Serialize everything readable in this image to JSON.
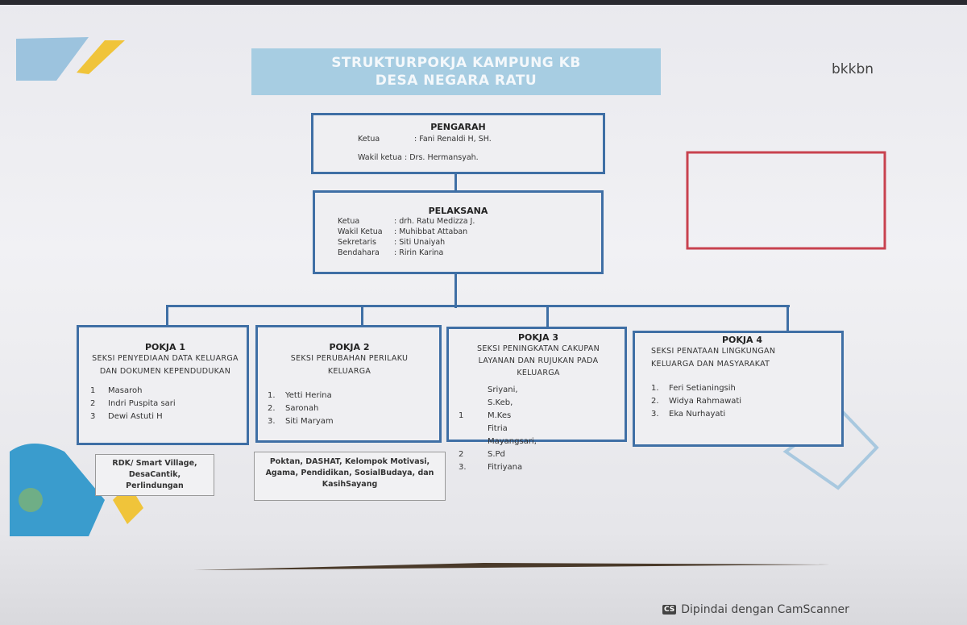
{
  "title": {
    "line1": "STRUKTURPOKJA KAMPUNG KB",
    "line2": "DESA NEGARA RATU"
  },
  "logo": "bkkbn",
  "pengarah": {
    "heading": "PENGARAH",
    "rows": [
      {
        "k": "Ketua",
        "v": ": Fani Renaldi H, SH."
      },
      {
        "k": "Wakil ketua",
        "v": ": Drs. Hermansyah."
      }
    ]
  },
  "pelaksana": {
    "heading": "PELAKSANA",
    "rows": [
      {
        "k": "Ketua",
        "v": ": drh. Ratu Medizza J."
      },
      {
        "k": "Wakil Ketua",
        "v": ": Muhibbat Attaban"
      },
      {
        "k": "Sekretaris",
        "v": ": Siti Unaiyah"
      },
      {
        "k": "Bendahara",
        "v": ": Ririn Karina"
      }
    ]
  },
  "pokja": [
    {
      "heading": "POKJA 1",
      "section": "SEKSI PENYEDIAAN DATA KELUARGA DAN DOKUMEN KEPENDUDUKAN",
      "members": [
        {
          "n": "1",
          "name": "Masaroh"
        },
        {
          "n": "2",
          "name": "Indri Puspita sari"
        },
        {
          "n": "3",
          "name": "Dewi Astuti H"
        }
      ]
    },
    {
      "heading": "POKJA 2",
      "section": "SEKSI PERUBAHAN PERILAKU KELUARGA",
      "members": [
        {
          "n": "1.",
          "name": "Yetti Herina"
        },
        {
          "n": "2.",
          "name": "Saronah"
        },
        {
          "n": "3.",
          "name": "Siti Maryam"
        }
      ]
    },
    {
      "heading": "POKJA 3",
      "section": "SEKSI PENINGKATAN CAKUPAN LAYANAN DAN RUJUKAN PADA KELUARGA",
      "members": [
        {
          "n": "1",
          "name": "Sriyani, S.Keb, M.Kes"
        },
        {
          "n": "2",
          "name": "Fitria Mayangsari, S.Pd"
        },
        {
          "n": "3.",
          "name": "Fitriyana"
        }
      ]
    },
    {
      "heading": "POKJA 4",
      "section": "SEKSI PENATAAN LINGKUNGAN KELUARGA DAN MASYARAKAT",
      "members": [
        {
          "n": "1.",
          "name": "Feri Setianingsih"
        },
        {
          "n": "2.",
          "name": "Widya Rahmawati"
        },
        {
          "n": "3.",
          "name": "Eka Nurhayati"
        }
      ]
    }
  ],
  "notes": [
    "RDK/ Smart Village, DesaCantik, Perlindungan",
    "Poktan, DASHAT, Kelompok Motivasi, Agama, Pendidikan, SosialBudaya, dan KasihSayang"
  ],
  "footer": {
    "badge": "CS",
    "text": "Dipindai dengan CamScanner"
  }
}
